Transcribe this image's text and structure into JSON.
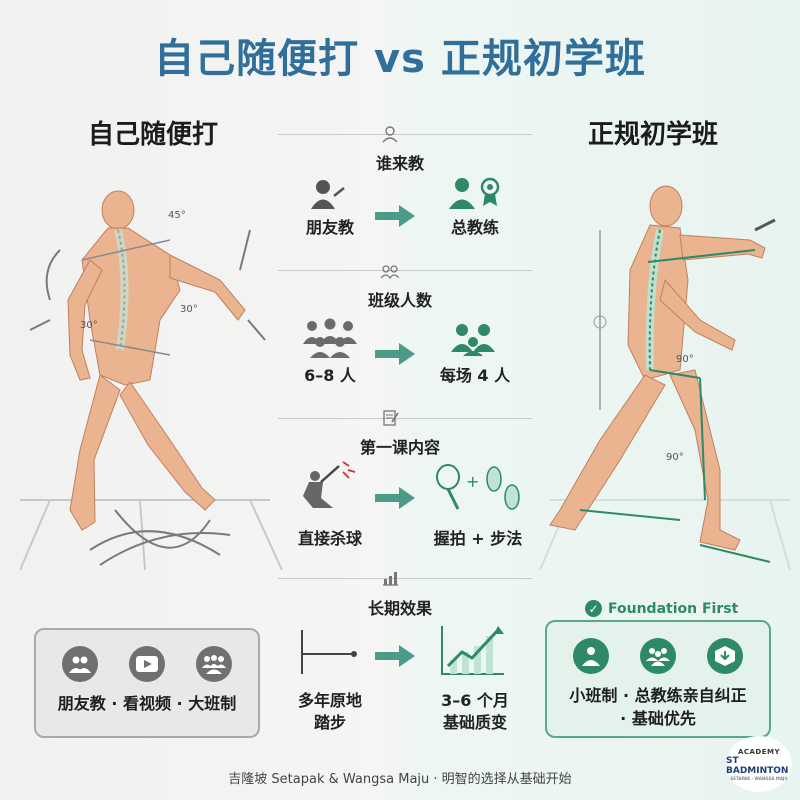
{
  "title": "自己随便打 vs 正规初学班",
  "left_heading": "自己随便打",
  "right_heading": "正规初学班",
  "left_angles": [
    "45°",
    "30°",
    "30°"
  ],
  "right_angles": [
    "90°",
    "90°"
  ],
  "sections": [
    {
      "title": "谁来教",
      "left": "朋友教",
      "right": "总教练",
      "icon": "coach-icon"
    },
    {
      "title": "班级人数",
      "left": "6–8 人",
      "right": "每场 4 人",
      "icon": "group-icon"
    },
    {
      "title": "第一课内容",
      "left": "直接杀球",
      "right": "握拍 + 步法",
      "icon": "notepad-icon"
    },
    {
      "title": "长期效果",
      "left_lines": [
        "多年原地",
        "踏步"
      ],
      "right_lines": [
        "3–6 个月",
        "基础质变"
      ],
      "icon": "growth-chart-icon"
    }
  ],
  "left_card": {
    "text": "朋友教 · 看视频 · 大班制",
    "icons": [
      "people-icon",
      "video-play-icon",
      "crowd-icon"
    ]
  },
  "right_card": {
    "badge": "Foundation First",
    "text_lines": [
      "小班制 · 总教练亲自纠正",
      "· 基础优先"
    ],
    "icons": [
      "coach-icon",
      "small-group-icon",
      "foundation-box-icon"
    ]
  },
  "footer": "吉隆坡 Setapak & Wangsa Maju · 明智的选择从基础开始",
  "logo": {
    "line1": "ACADEMY",
    "line2": "ST BADMINTON",
    "line3": "SETAPAK · WANGSA MAJU"
  },
  "colors": {
    "title": "#2f6f9a",
    "accent_green": "#2d8a63",
    "neutral_gray": "#707070",
    "skin": "#e9b48f"
  }
}
